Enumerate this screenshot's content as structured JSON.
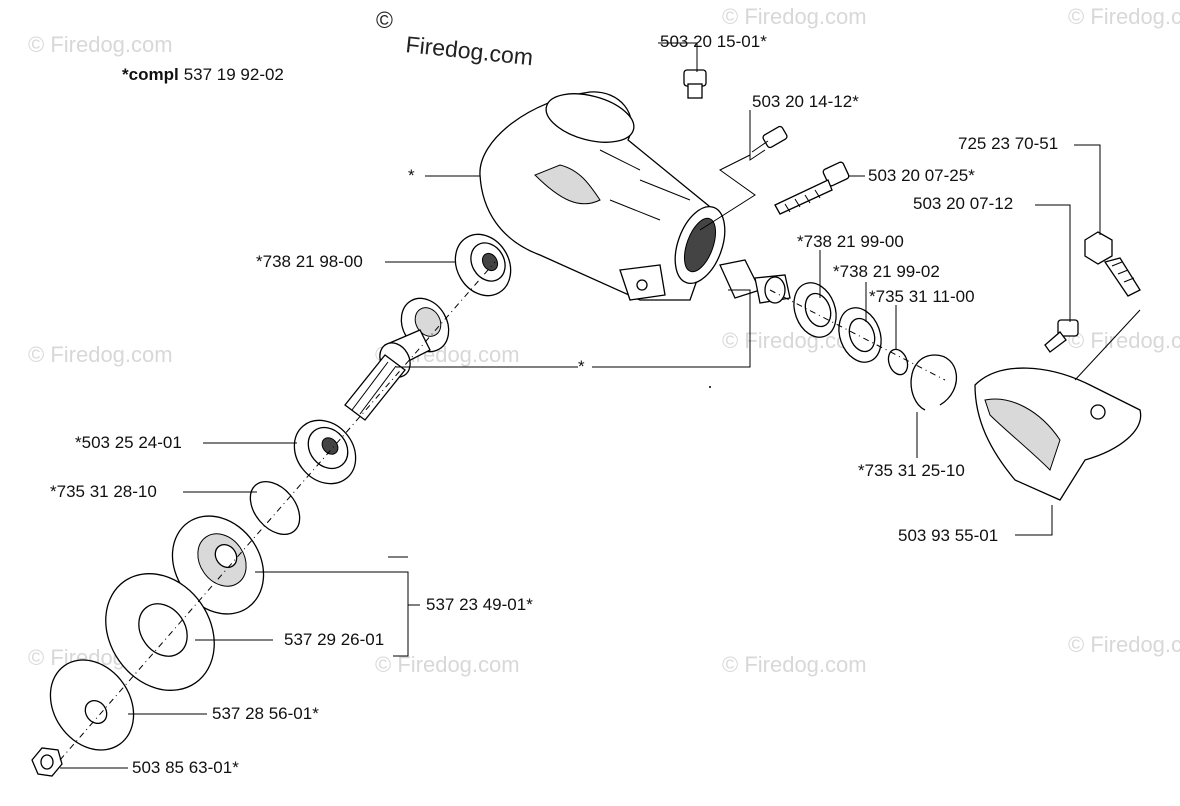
{
  "brand": {
    "copyright": "©",
    "name": "Firedog.com"
  },
  "watermark": {
    "text": "© Firedog.com"
  },
  "compl": {
    "prefix": "*compl",
    "number": "537 19 92-02"
  },
  "assembly_marker": "*",
  "part_labels": {
    "p503201501": "503 20 15-01*",
    "p503201412": "503 20 14-12*",
    "p503200725": "503 20 07-25*",
    "p725237051": "725 23 70-51",
    "p503200712": "503 20 07-12",
    "p738219800": "*738 21 98-00",
    "p738219900": "*738 21 99-00",
    "p738219902": "*738 21 99-02",
    "p735311100": "*735 31 11-00",
    "p503252401": "*503 25 24-01",
    "p735312810": "*735 31 28-10",
    "p735312510": "*735 31 25-10",
    "p503935501": "503 93 55-01",
    "p537234901": "537 23 49-01*",
    "p537292601": "537 29 26-01",
    "p537285601": "537 28 56-01*",
    "p503856301": "503 85 63-01*"
  }
}
